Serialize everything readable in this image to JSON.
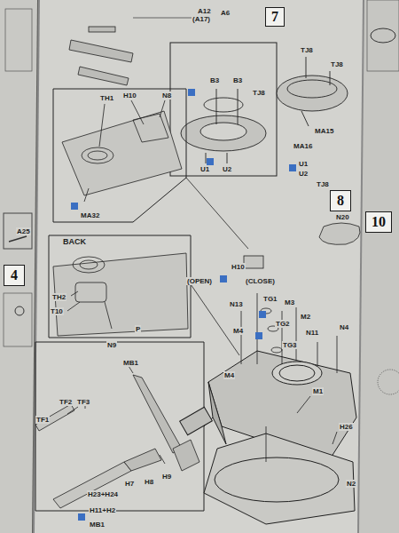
{
  "diagram": {
    "nodes": [
      {
        "text": [
          "7"
        ]
      },
      {
        "text": [
          "8"
        ]
      },
      {
        "text": [
          "10"
        ]
      },
      {
        "text": [
          "4"
        ]
      }
    ],
    "labels": [
      "A12",
      "(A17)",
      "A6",
      "A25",
      "B3",
      "B3",
      "TJ8",
      "U1",
      "U2",
      "TJ8",
      "TJ8",
      "MA15",
      "MA16",
      "U1",
      "U2",
      "TJ8",
      "TH1",
      "H10",
      "N8",
      "MA32",
      "BACK",
      "TH2",
      "T10",
      "N9",
      "P",
      "N20",
      "H10",
      "(OPEN)",
      "(CLOSE)",
      "N13",
      "TG1",
      "M3",
      "TG2",
      "M2",
      "N11",
      "N4",
      "M4",
      "TG3",
      "M4",
      "M1",
      "H26",
      "N2",
      "MB1",
      "TF3",
      "TF2",
      "TF1",
      "H9",
      "H8",
      "H7",
      "H23+H24",
      "H11+H2",
      "MB1"
    ]
  }
}
